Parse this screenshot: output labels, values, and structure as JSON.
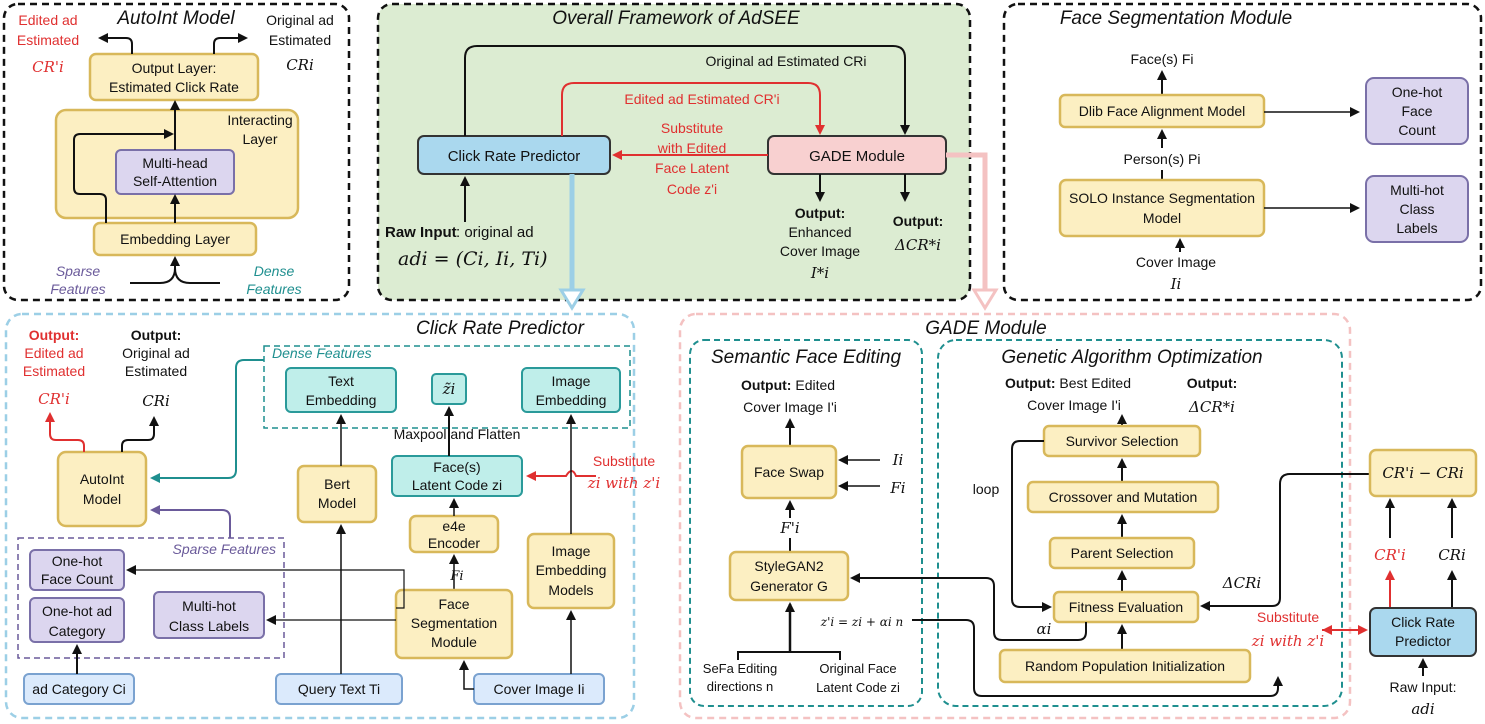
{
  "titles": {
    "autoint": "AutoInt Model",
    "framework": "Overall Framework of AdSEE",
    "face_seg": "Face Segmentation Module",
    "crp": "Click Rate Predictor",
    "gade": "GADE Module",
    "sfe": "Semantic Face Editing",
    "gao": "Genetic Algorithm Optimization"
  },
  "autoint": {
    "edited_1": "Edited ad",
    "edited_2": "Estimated",
    "edited_math": "CR'i",
    "orig_1": "Original ad",
    "orig_2": "Estimated",
    "orig_math": "CRi",
    "output_1": "Output Layer:",
    "output_2": "Estimated Click Rate",
    "interacting_1": "Interacting",
    "interacting_2": "Layer",
    "mhsa_1": "Multi-head",
    "mhsa_2": "Self-Attention",
    "embedding": "Embedding Layer",
    "sparse_1": "Sparse",
    "sparse_2": "Features",
    "dense_1": "Dense",
    "dense_2": "Features"
  },
  "framework": {
    "orig_label": "Original ad Estimated CRi",
    "edited_label": "Edited ad Estimated CR'i",
    "substitute_1": "Substitute",
    "substitute_2": "with Edited",
    "substitute_3": "Face Latent",
    "substitute_4": "Code z'i",
    "crp_box": "Click Rate Predictor",
    "gade_box": "GADE Module",
    "raw_bold": "Raw Input",
    "raw_rest": ": original ad",
    "raw_math": "adi = (Ci, Ii, Ti)",
    "out1_bold": "Output:",
    "out1_l2": "Enhanced",
    "out1_l3": "Cover Image",
    "out1_math": "I*i",
    "out2_bold": "Output:",
    "out2_math": "ΔCR*i"
  },
  "face_seg": {
    "faces": "Face(s) Fi",
    "dlib": "Dlib Face Alignment Model",
    "persons": "Person(s) Pi",
    "solo_1": "SOLO Instance Segmentation",
    "solo_2": "Model",
    "cover": "Cover Image",
    "cover_math": "Ii",
    "onehot_1": "One-hot",
    "onehot_2": "Face",
    "onehot_3": "Count",
    "multihot_1": "Multi-hot",
    "multihot_2": "Class",
    "multihot_3": "Labels"
  },
  "crp": {
    "out_edit_bold": "Output:",
    "out_edit_1": "Edited ad",
    "out_edit_2": "Estimated",
    "out_edit_math": "CR'i",
    "out_orig_bold": "Output:",
    "out_orig_1": "Original ad",
    "out_orig_2": "Estimated",
    "out_orig_math": "CRi",
    "dense": "Dense Features",
    "sparse": "Sparse Features",
    "text_emb_1": "Text",
    "text_emb_2": "Embedding",
    "z_tilde": "z̃i",
    "img_emb_1": "Image",
    "img_emb_2": "Embedding",
    "maxpool": "Maxpool and Flatten",
    "latent_1": "Face(s)",
    "latent_2": "Latent Code zi",
    "substitute_1": "Substitute",
    "substitute_2": "zi with z'i",
    "autoint_1": "AutoInt",
    "autoint_2": "Model",
    "bert_1": "Bert",
    "bert_2": "Model",
    "e4e_1": "e4e",
    "e4e_2": "Encoder",
    "fi": "Fi",
    "img_models_1": "Image",
    "img_models_2": "Embedding",
    "img_models_3": "Models",
    "onehot_face_1": "One-hot",
    "onehot_face_2": "Face Count",
    "onehot_ad_1": "One-hot ad",
    "onehot_ad_2": "Category",
    "multihot_1": "Multi-hot",
    "multihot_2": "Class Labels",
    "faceseg_1": "Face",
    "faceseg_2": "Segmentation",
    "faceseg_3": "Module",
    "ad_cat": "ad Category Ci",
    "query": "Query Text Ti",
    "cover": "Cover Image Ii"
  },
  "gade": {
    "sfe_out_bold": "Output:",
    "sfe_out_1": "Edited",
    "sfe_out_2": "Cover Image I'i",
    "face_swap": "Face Swap",
    "ii": "Ii",
    "fi": "Fi",
    "fprime": "F'i",
    "stylegan_1": "StyleGAN2",
    "stylegan_2": "Generator G",
    "zprime_eq": "z'i = zi + αi n",
    "sefa_1": "SeFa Editing",
    "sefa_2": "directions n",
    "orig_face_1": "Original Face",
    "orig_face_2": "Latent Code zi",
    "gao_out_bold": "Output:",
    "gao_out_1": "Best Edited",
    "gao_out_2": "Cover Image I'i",
    "gao_out2_bold": "Output:",
    "gao_out2_math": "ΔCR*i",
    "survivor": "Survivor Selection",
    "crossover": "Crossover and Mutation",
    "parent": "Parent Selection",
    "fitness": "Fitness Evaluation",
    "random": "Random Population Initialization",
    "loop": "loop",
    "alpha": "αi",
    "delta": "ΔCRi",
    "diff": "CR'i − CRi",
    "cr_edit": "CR'i",
    "cr_orig": "CRi",
    "substitute_1": "Substitute",
    "substitute_2": "zi with z'i",
    "crp_1": "Click Rate",
    "crp_2": "Predictor",
    "raw_1": "Raw Input:",
    "raw_2": "adi"
  },
  "colors": {
    "yellow_fill": "#fcefc2",
    "yellow_stroke": "#d8b85a",
    "blue_fill": "#aad8ee",
    "lightblue_fill": "#dbeafc",
    "teal_fill": "#bfeeea",
    "purple_fill": "#dcd6ef",
    "pink_fill": "#f8d0d0",
    "green_bg": "#dcecd2",
    "red": "#e03030",
    "teal": "#1f8f8f",
    "purple": "#6a5a9a"
  }
}
